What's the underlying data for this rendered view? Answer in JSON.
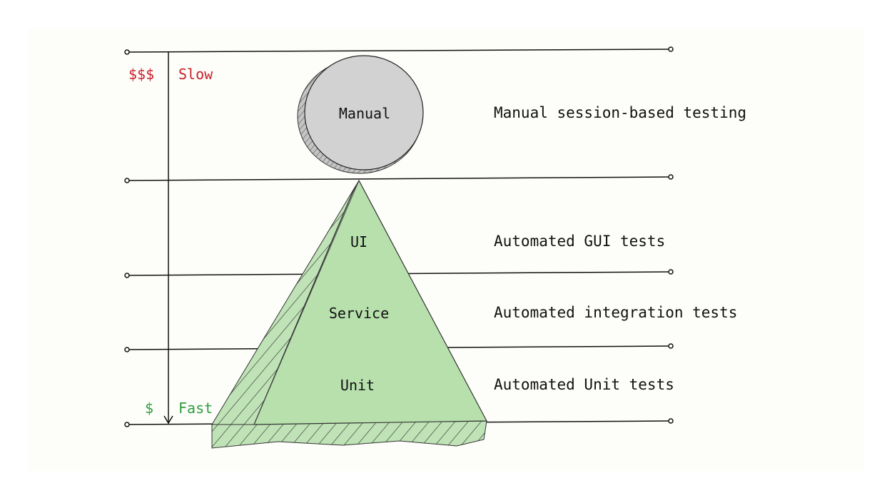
{
  "colors": {
    "expensive_slow": "#c8202a",
    "cheap_fast": "#2f9e3e",
    "pyramid_fill": "#a9d9a0",
    "circle_fill": "#d0d0d0",
    "background": "#fdfdf9"
  },
  "axis": {
    "top_cost": "$$$",
    "top_speed": "Slow",
    "bottom_cost": "$",
    "bottom_speed": "Fast"
  },
  "layers": [
    {
      "id": "manual",
      "name": "Manual",
      "description": "Manual session-based testing"
    },
    {
      "id": "ui",
      "name": "UI",
      "description": "Automated GUI tests"
    },
    {
      "id": "service",
      "name": "Service",
      "description": "Automated integration tests"
    },
    {
      "id": "unit",
      "name": "Unit",
      "description": "Automated Unit tests"
    }
  ]
}
